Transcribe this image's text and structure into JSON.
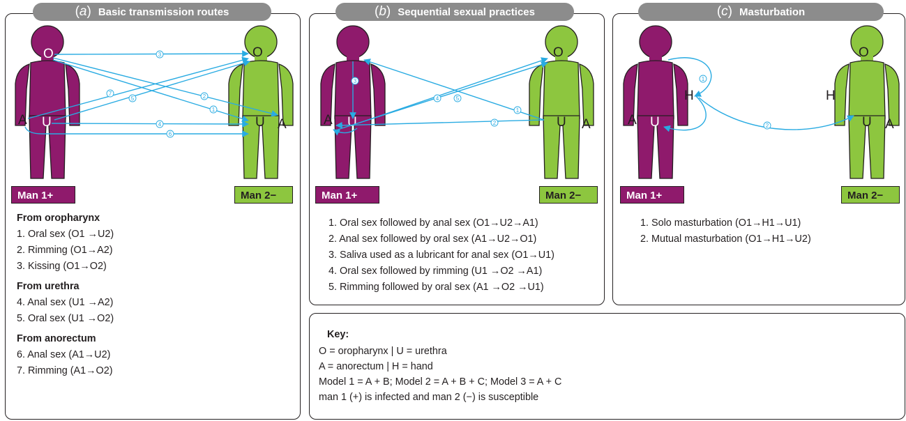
{
  "panels": {
    "a": {
      "letter": "a",
      "title": "Basic transmission routes"
    },
    "b": {
      "letter": "b",
      "title": "Sequential sexual practices"
    },
    "c": {
      "letter": "c",
      "title": "Masturbation"
    }
  },
  "man1_label": "Man 1+",
  "man2_label": "Man 2−",
  "site_letters": {
    "O": "O",
    "U": "U",
    "A": "A",
    "H": "H"
  },
  "arrow_numbers": {
    "a": [
      "1",
      "2",
      "3",
      "4",
      "5",
      "6",
      "7"
    ],
    "b": [
      "1",
      "2",
      "3",
      "4",
      "5"
    ],
    "c": [
      "1",
      "2"
    ]
  },
  "list_a": {
    "group1": {
      "header": "From oropharynx",
      "items": [
        "1.  Oral sex (O1 →U2)",
        "2.  Rimming (O1→A2)",
        "3.  Kissing (O1→O2)"
      ]
    },
    "group2": {
      "header": "From urethra",
      "items": [
        "4.  Anal sex (U1 →A2)",
        "5.  Oral sex (U1 →O2)"
      ]
    },
    "group3": {
      "header": "From anorectum",
      "items": [
        "6.  Anal sex (A1→U2)",
        "7.  Rimming (A1→O2)"
      ]
    }
  },
  "list_b": [
    "1.  Oral sex followed by anal sex (O1→U2→A1)",
    "2.  Anal sex followed by oral sex (A1→U2→O1)",
    "3.  Saliva used as a lubricant for anal sex (O1→U1)",
    "4.  Oral sex followed by rimming (U1 →O2 →A1)",
    "5.  Rimming followed by oral sex (A1 →O2 →U1)"
  ],
  "list_c": [
    "1.  Solo masturbation (O1→H1→U1)",
    "2.  Mutual masturbation (O1→H1→U2)"
  ],
  "key": {
    "title": "Key:",
    "lines": [
      "O = oropharynx  |  U = urethra",
      "A = anorectum   |  H = hand",
      "Model 1 = A + B; Model 2 = A + B + C; Model 3 = A + C",
      "man 1 (+) is infected and man 2 (−) is susceptible"
    ]
  },
  "colors": {
    "infected": "#8f1a6c",
    "susceptible": "#8dc63f",
    "arrow": "#29abe2",
    "tab": "#8c8c8c",
    "outline": "#231f20"
  }
}
